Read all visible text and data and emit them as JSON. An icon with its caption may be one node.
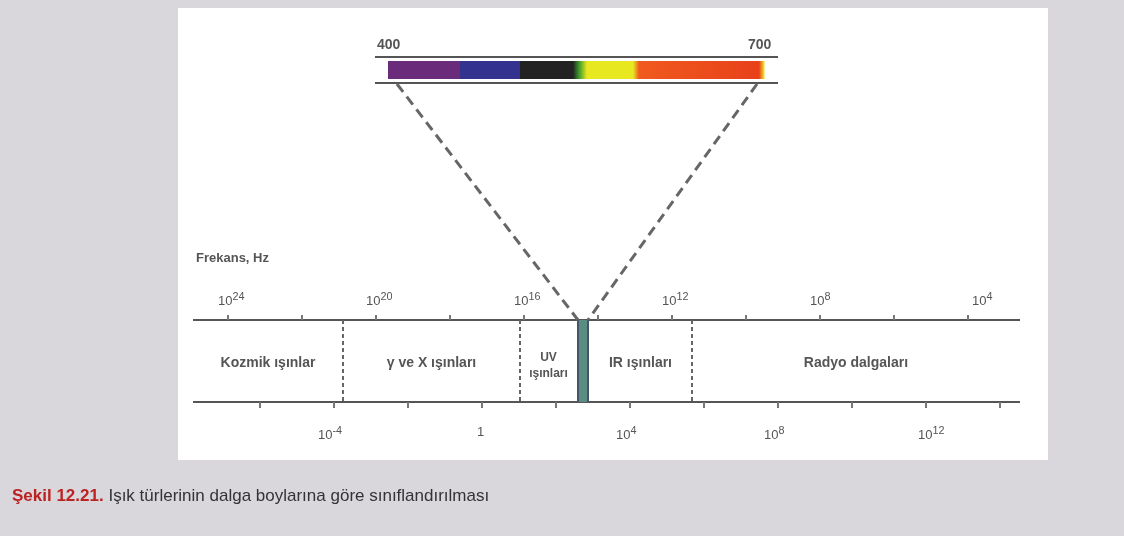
{
  "diagram": {
    "caption": "**Şekil 12.21.** Işık türlerinin dalga boylarına göre sınıflandırılması",
    "nodes": [
      {
        "text": [],
        "shape": "bar",
        "beside": [
          "400",
          "700"
        ]
      },
      {
        "text": [
          "Kozmik ışınlar"
        ]
      },
      {
        "text": [
          "γ ve X ışınları"
        ]
      },
      {
        "text": [
          "UV ışınları"
        ]
      },
      {
        "text": [],
        "shape": "bar"
      },
      {
        "text": [
          "IR ışınları"
        ]
      },
      {
        "text": [
          "Radyo dalgaları"
        ]
      }
    ],
    "edges": [
      {
        "from": 0,
        "to": 4,
        "arrow": "none",
        "style": "dashed"
      },
      {
        "from": 0,
        "to": 4,
        "arrow": "none",
        "style": "dashed"
      }
    ],
    "labels": [
      "Frekans, Hz",
      "10$^{24}$",
      "10$^{20}$",
      "10$^{16}$",
      "10$^{12}$",
      "10$^{8}$",
      "10$^{4}$",
      "10$^{-4}$",
      "1",
      "10$^{4}$",
      "10$^{8}$",
      "10$^{12}$"
    ]
  }
}
